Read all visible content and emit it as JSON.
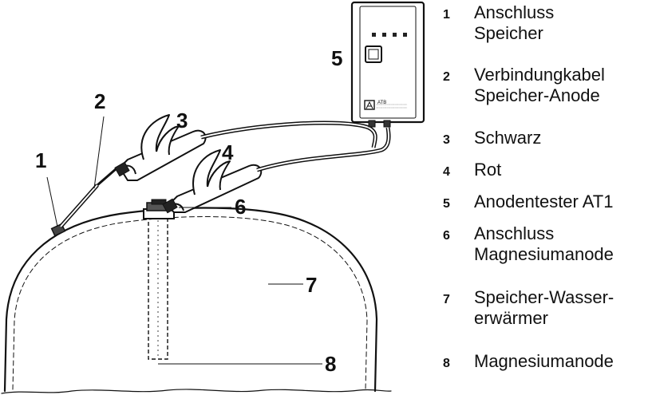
{
  "callouts": {
    "c1": "1",
    "c2": "2",
    "c3": "3",
    "c4": "4",
    "c5": "5",
    "c6": "6",
    "c7": "7",
    "c8": "8"
  },
  "device": {
    "brand": "ATB"
  },
  "legend": {
    "items": [
      {
        "num": "1",
        "text": "Anschluss\nSpeicher"
      },
      {
        "num": "2",
        "text": "Verbindungkabel\nSpeicher-Anode"
      },
      {
        "num": "3",
        "text": "Schwarz"
      },
      {
        "num": "4",
        "text": "Rot"
      },
      {
        "num": "5",
        "text": "Anodentester AT1"
      },
      {
        "num": "6",
        "text": "Anschluss\nMagnesiumanode"
      },
      {
        "num": "7",
        "text": "Speicher-Wasser-\nerwärmer"
      },
      {
        "num": "8",
        "text": "Magnesiumanode"
      }
    ]
  }
}
